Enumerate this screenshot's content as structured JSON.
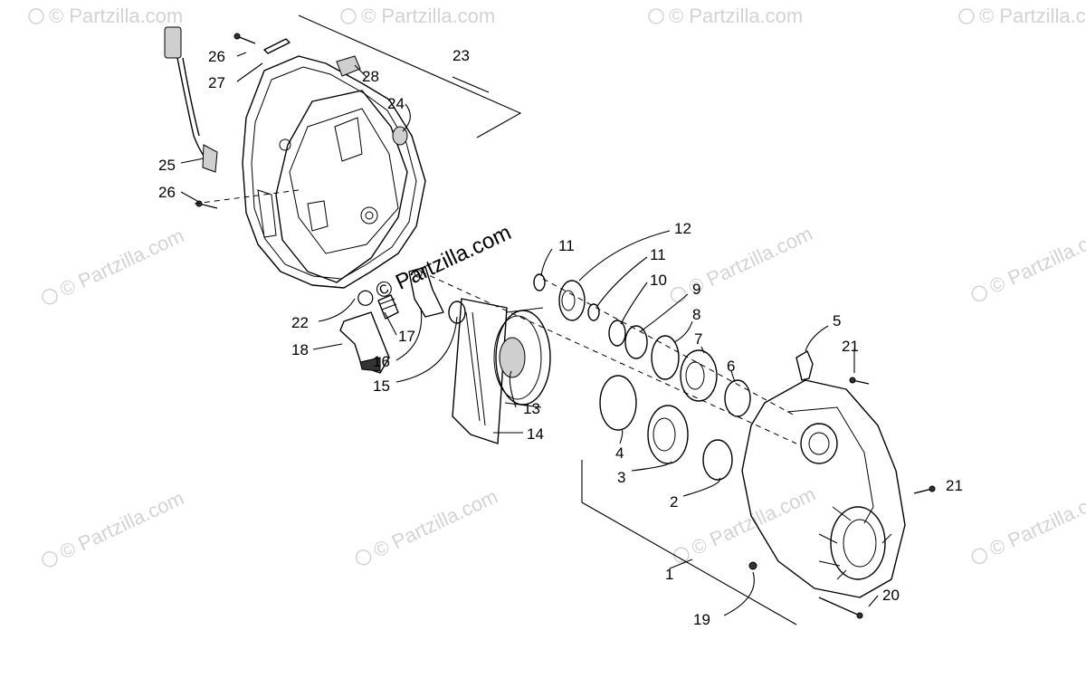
{
  "diagram": {
    "watermark": "© Partzilla.com",
    "callouts": [
      "1",
      "2",
      "3",
      "4",
      "5",
      "6",
      "7",
      "8",
      "9",
      "10",
      "11",
      "11",
      "12",
      "13",
      "14",
      "15",
      "16",
      "17",
      "18",
      "19",
      "20",
      "21",
      "21",
      "22",
      "23",
      "24",
      "25",
      "26",
      "26",
      "27",
      "28"
    ]
  }
}
